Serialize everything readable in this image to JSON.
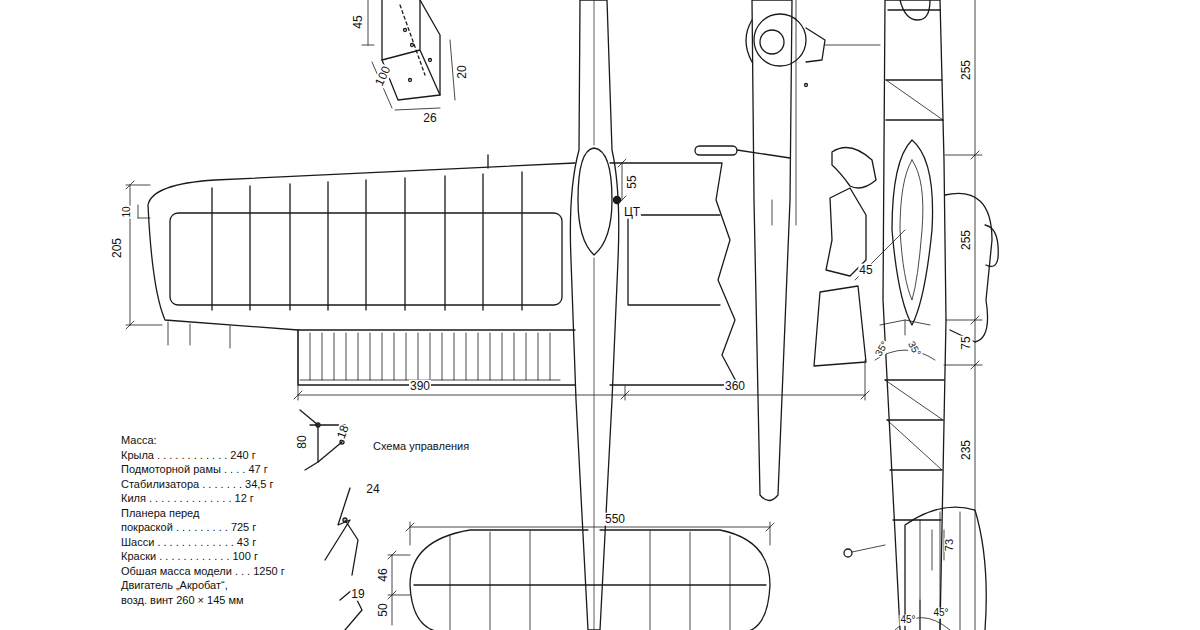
{
  "diagram": {
    "labels": [
      "45",
      "100",
      "26",
      "20",
      "205",
      "10",
      "55",
      "ЦТ",
      "390",
      "360",
      "255",
      "255",
      "75",
      "235",
      "45",
      "35°",
      "35°",
      "73",
      "45°",
      "45°",
      "550",
      "46",
      "50",
      "80",
      "18",
      "24",
      "19",
      "Схема управления",
      "Масса:",
      "Крыла . . . . . . . . . . . . 240 г",
      "Подмоторной рамы . . . . 47 г",
      "Стабилизатора . . . . . . . 34,5 г",
      "Киля . . . . . . . . . . . . . . 12 г",
      "Планера перед",
      "покраской . . . . . . . . . 725 г",
      "Шасси . . . . . . . . . . . . . 43 г",
      "Краски . . . . . . . . . . . . 100 г",
      "Обшая масса модели . . . 1250 г",
      "Двигатель „Акробат“,",
      "возд. винт 260 × 145 мм"
    ]
  }
}
